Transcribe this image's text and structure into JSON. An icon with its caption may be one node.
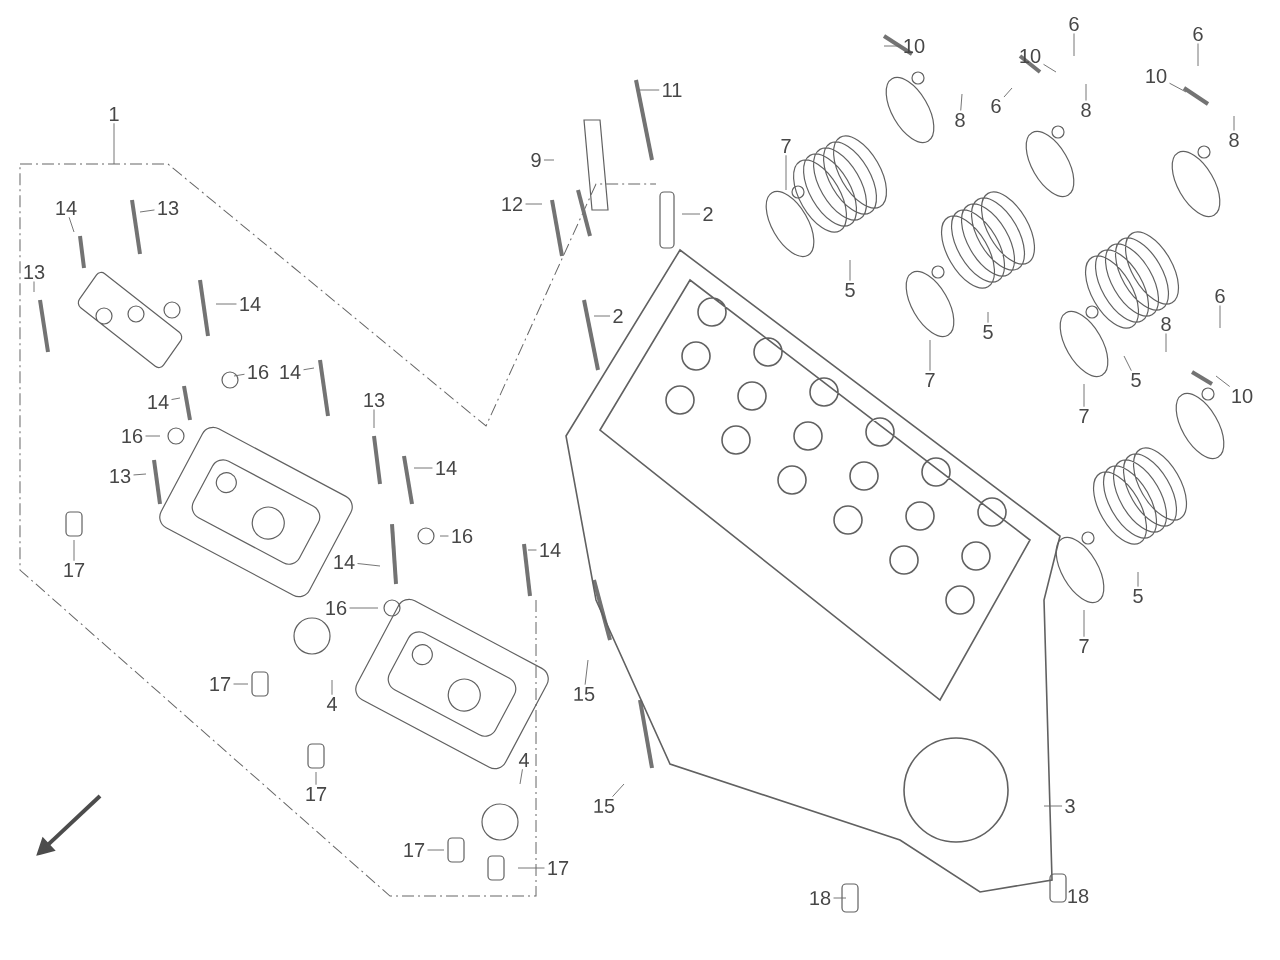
{
  "diagram": {
    "nodes": [
      {
        "text": [
          "1"
        ]
      },
      {
        "text": [
          "14"
        ]
      },
      {
        "text": [
          "13"
        ]
      },
      {
        "text": [
          "13"
        ]
      },
      {
        "text": [
          "14"
        ]
      },
      {
        "text": [
          "16"
        ]
      },
      {
        "text": [
          "14"
        ]
      },
      {
        "text": [
          "14"
        ]
      },
      {
        "text": [
          "16"
        ]
      },
      {
        "text": [
          "13"
        ]
      },
      {
        "text": [
          "17"
        ]
      },
      {
        "text": [
          "13"
        ]
      },
      {
        "text": [
          "14"
        ]
      },
      {
        "text": [
          "16"
        ]
      },
      {
        "text": [
          "14"
        ]
      },
      {
        "text": [
          "16"
        ]
      },
      {
        "text": [
          "17"
        ]
      },
      {
        "text": [
          "4"
        ]
      },
      {
        "text": [
          "17"
        ]
      },
      {
        "text": [
          "4"
        ]
      },
      {
        "text": [
          "17"
        ]
      },
      {
        "text": [
          "17"
        ]
      },
      {
        "text": [
          "14"
        ]
      },
      {
        "text": [
          "15"
        ]
      },
      {
        "text": [
          "15"
        ]
      },
      {
        "text": [
          "9"
        ]
      },
      {
        "text": [
          "12"
        ]
      },
      {
        "text": [
          "11"
        ]
      },
      {
        "text": [
          "2"
        ]
      },
      {
        "text": [
          "2"
        ]
      },
      {
        "text": [
          "3"
        ]
      },
      {
        "text": [
          "18"
        ]
      },
      {
        "text": [
          "18"
        ]
      },
      {
        "text": [
          "7"
        ]
      },
      {
        "text": [
          "5"
        ]
      },
      {
        "text": [
          "7"
        ]
      },
      {
        "text": [
          "5"
        ]
      },
      {
        "text": [
          "7"
        ]
      },
      {
        "text": [
          "5"
        ]
      },
      {
        "text": [
          "7"
        ]
      },
      {
        "text": [
          "5"
        ]
      },
      {
        "text": [
          "10"
        ]
      },
      {
        "text": [
          "8"
        ]
      },
      {
        "text": [
          "6"
        ]
      },
      {
        "text": [
          "10"
        ]
      },
      {
        "text": [
          "6"
        ]
      },
      {
        "text": [
          "8"
        ]
      },
      {
        "text": [
          "10"
        ]
      },
      {
        "text": [
          "6"
        ]
      },
      {
        "text": [
          "8"
        ]
      },
      {
        "text": [
          "6"
        ]
      },
      {
        "text": [
          "8"
        ]
      },
      {
        "text": [
          "10"
        ]
      }
    ],
    "edges": [
      {
        "from": 0,
        "to": null,
        "arrow": "none"
      },
      {
        "from": 1,
        "to": null,
        "arrow": "none"
      },
      {
        "from": 2,
        "to": null,
        "arrow": "none"
      },
      {
        "from": 3,
        "to": null,
        "arrow": "none"
      },
      {
        "from": 4,
        "to": null,
        "arrow": "none"
      },
      {
        "from": 5,
        "to": null,
        "arrow": "none"
      },
      {
        "from": 6,
        "to": null,
        "arrow": "none"
      },
      {
        "from": 7,
        "to": null,
        "arrow": "none"
      },
      {
        "from": 8,
        "to": null,
        "arrow": "none"
      },
      {
        "from": 9,
        "to": null,
        "arrow": "none"
      },
      {
        "from": 10,
        "to": null,
        "arrow": "none"
      },
      {
        "from": 11,
        "to": null,
        "arrow": "none"
      },
      {
        "from": 12,
        "to": null,
        "arrow": "none"
      },
      {
        "from": 13,
        "to": null,
        "arrow": "none"
      },
      {
        "from": 14,
        "to": null,
        "arrow": "none"
      },
      {
        "from": 15,
        "to": null,
        "arrow": "none"
      },
      {
        "from": 16,
        "to": null,
        "arrow": "none"
      },
      {
        "from": 17,
        "to": null,
        "arrow": "none"
      },
      {
        "from": 18,
        "to": null,
        "arrow": "none"
      },
      {
        "from": 19,
        "to": null,
        "arrow": "none"
      },
      {
        "from": 20,
        "to": null,
        "arrow": "none"
      },
      {
        "from": 21,
        "to": null,
        "arrow": "none"
      },
      {
        "from": 22,
        "to": null,
        "arrow": "none"
      },
      {
        "from": 23,
        "to": null,
        "arrow": "none"
      },
      {
        "from": 24,
        "to": null,
        "arrow": "none"
      },
      {
        "from": 25,
        "to": null,
        "arrow": "none"
      },
      {
        "from": 26,
        "to": null,
        "arrow": "none"
      },
      {
        "from": 27,
        "to": null,
        "arrow": "none"
      },
      {
        "from": 28,
        "to": null,
        "arrow": "none"
      },
      {
        "from": 29,
        "to": null,
        "arrow": "none"
      },
      {
        "from": 30,
        "to": null,
        "arrow": "none"
      },
      {
        "from": 31,
        "to": null,
        "arrow": "none"
      },
      {
        "from": 33,
        "to": null,
        "arrow": "none"
      },
      {
        "from": 34,
        "to": null,
        "arrow": "none"
      },
      {
        "from": 35,
        "to": null,
        "arrow": "none"
      },
      {
        "from": 36,
        "to": null,
        "arrow": "none"
      },
      {
        "from": 37,
        "to": null,
        "arrow": "none"
      },
      {
        "from": 38,
        "to": null,
        "arrow": "none"
      },
      {
        "from": 39,
        "to": null,
        "arrow": "none"
      },
      {
        "from": 40,
        "to": null,
        "arrow": "none"
      },
      {
        "from": 41,
        "to": null,
        "arrow": "none"
      },
      {
        "from": 42,
        "to": null,
        "arrow": "none"
      },
      {
        "from": 43,
        "to": null,
        "arrow": "none"
      },
      {
        "from": 44,
        "to": null,
        "arrow": "none"
      },
      {
        "from": 45,
        "to": null,
        "arrow": "none"
      },
      {
        "from": 46,
        "to": null,
        "arrow": "none"
      },
      {
        "from": 47,
        "to": null,
        "arrow": "none"
      },
      {
        "from": 48,
        "to": null,
        "arrow": "none"
      },
      {
        "from": 49,
        "to": null,
        "arrow": "none"
      },
      {
        "from": 50,
        "to": null,
        "arrow": "none"
      },
      {
        "from": 51,
        "to": null,
        "arrow": "none"
      },
      {
        "from": 52,
        "to": null,
        "arrow": "none"
      }
    ]
  }
}
